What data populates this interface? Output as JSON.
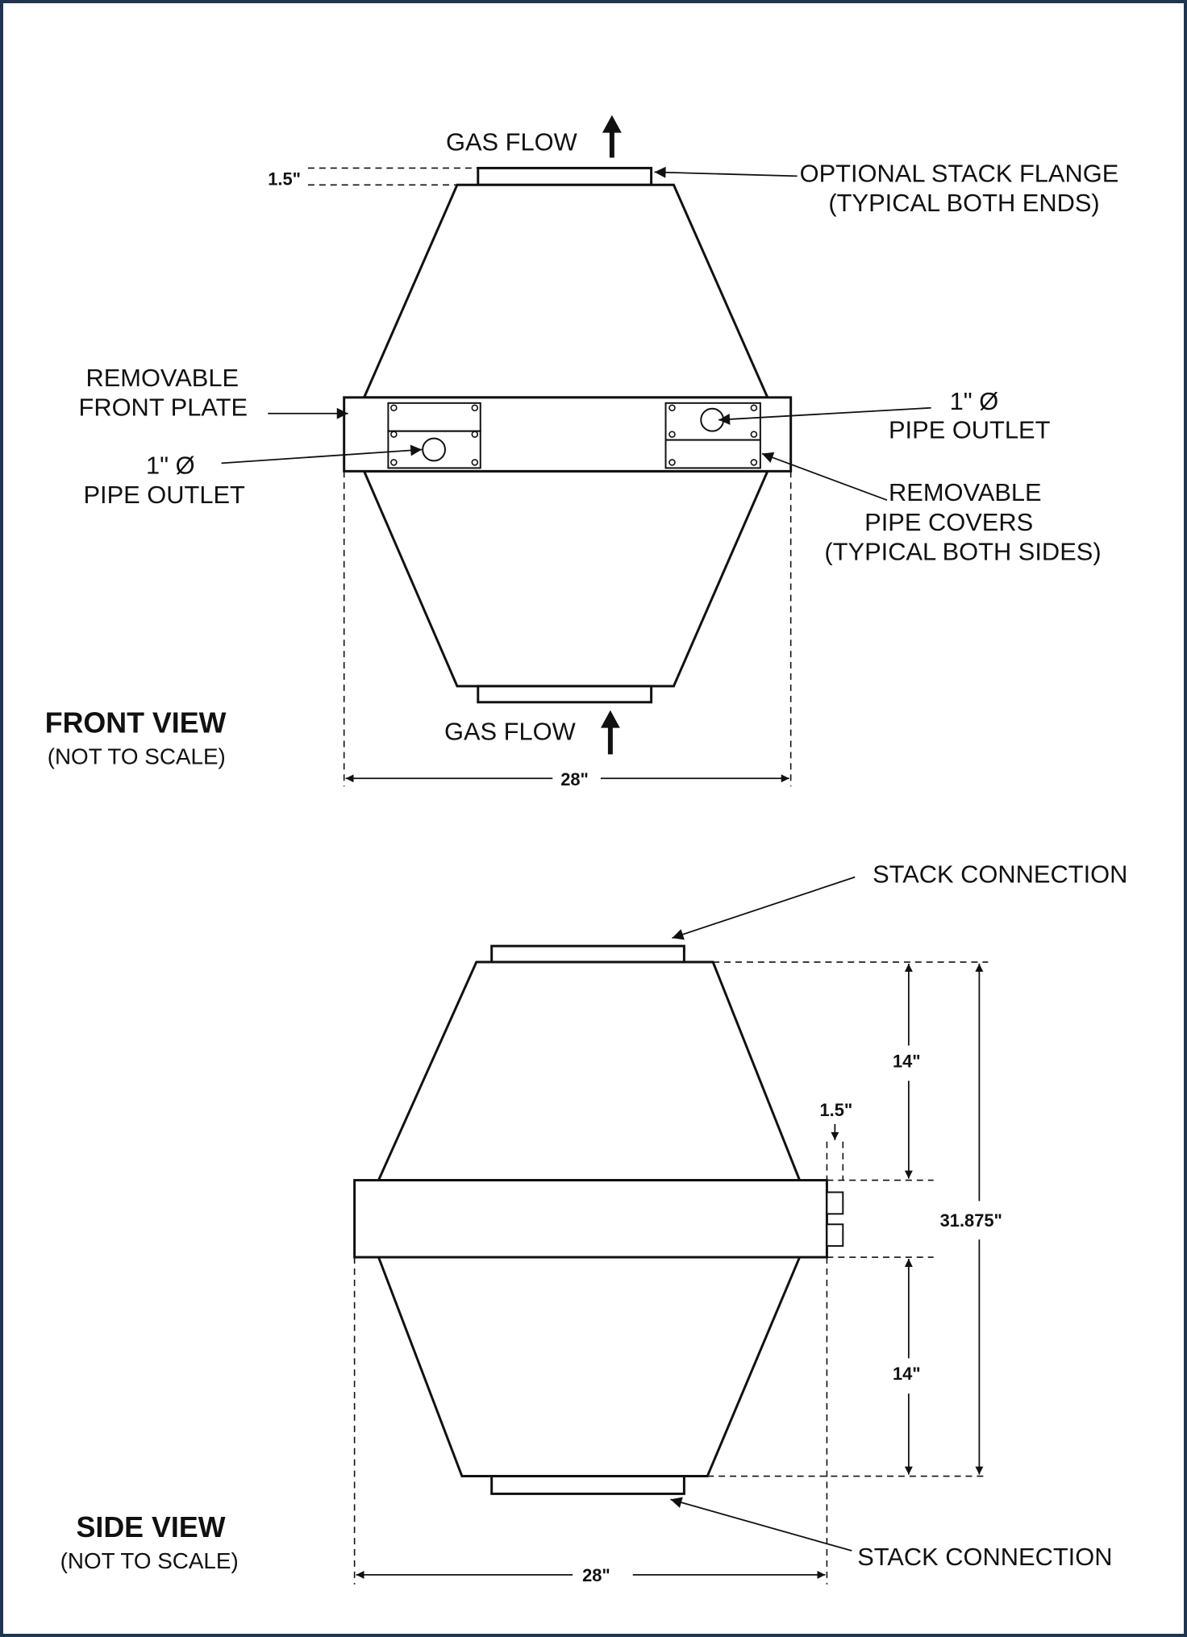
{
  "front_view": {
    "title": "FRONT VIEW",
    "subtitle": "(NOT TO SCALE)",
    "gas_flow_top": "GAS FLOW",
    "gas_flow_bottom": "GAS FLOW",
    "flange_dim": "1.5\"",
    "width_dim": "28\"",
    "stack_flange_line1": "OPTIONAL STACK FLANGE",
    "stack_flange_line2": "(TYPICAL BOTH ENDS)",
    "front_plate_line1": "REMOVABLE",
    "front_plate_line2": "FRONT PLATE",
    "left_outlet_line1": "1\" Ø",
    "left_outlet_line2": "PIPE OUTLET",
    "right_outlet_line1": "1\" Ø",
    "right_outlet_line2": "PIPE OUTLET",
    "pipe_covers_line1": "REMOVABLE",
    "pipe_covers_line2": "PIPE COVERS",
    "pipe_covers_line3": "(TYPICAL BOTH SIDES)"
  },
  "side_view": {
    "title": "SIDE VIEW",
    "subtitle": "(NOT TO SCALE)",
    "stack_connection_top": "STACK CONNECTION",
    "stack_connection_bottom": "STACK CONNECTION",
    "upper_height_dim": "14\"",
    "lower_height_dim": "14\"",
    "overall_height_dim": "31.875\"",
    "outlet_dim": "1.5\"",
    "width_dim": "28\""
  },
  "colors": {
    "frame_border": "#1f3550",
    "line": "#111111",
    "background": "#ffffff"
  }
}
